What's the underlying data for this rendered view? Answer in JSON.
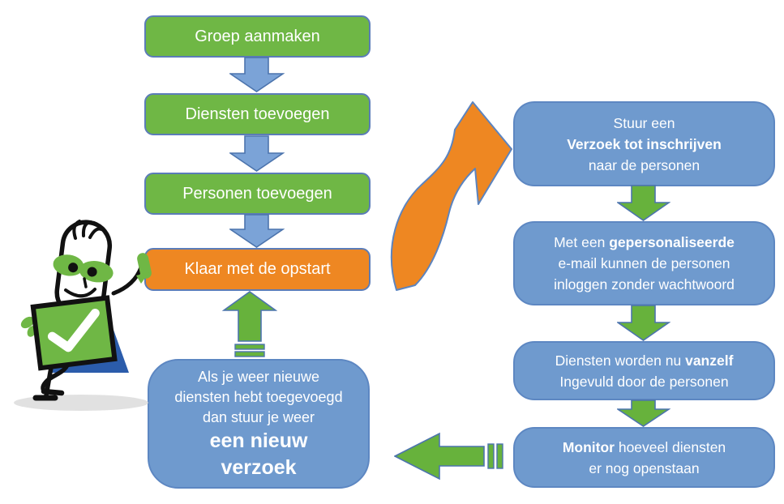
{
  "palette": {
    "green_box": "#6fb745",
    "green_arrow": "#67b23c",
    "orange": "#ee8722",
    "blue_box": "#6f9ace",
    "blue_box_border": "#5d87c2",
    "box_border": "#5b7cb8",
    "blue_arrow": "#7ba3d7",
    "arrow_border": "#4c74ad",
    "cape_blue": "#2b5cab",
    "text_white": "#ffffff",
    "line_black": "#111111",
    "shadow_gray": "#d9d9d9"
  },
  "left_flow": {
    "steps": [
      {
        "label": "Groep aanmaken"
      },
      {
        "label": "Diensten toevoegen"
      },
      {
        "label": "Personen toevoegen"
      },
      {
        "label": "Klaar met de opstart"
      }
    ]
  },
  "right_flow": {
    "steps": [
      {
        "lines": [
          {
            "segments": [
              {
                "text": "Stuur een",
                "bold": false
              }
            ]
          },
          {
            "segments": [
              {
                "text": "Verzoek tot inschrijven",
                "bold": true
              }
            ]
          },
          {
            "segments": [
              {
                "text": "naar de personen",
                "bold": false
              }
            ]
          }
        ]
      },
      {
        "lines": [
          {
            "segments": [
              {
                "text": "Met een ",
                "bold": false
              },
              {
                "text": "gepersonaliseerde",
                "bold": true
              }
            ]
          },
          {
            "segments": [
              {
                "text": "e-mail kunnen de personen",
                "bold": false
              }
            ]
          },
          {
            "segments": [
              {
                "text": "inloggen zonder wachtwoord",
                "bold": false
              }
            ]
          }
        ]
      },
      {
        "lines": [
          {
            "segments": [
              {
                "text": "Diensten worden nu ",
                "bold": false
              },
              {
                "text": "vanzelf",
                "bold": true
              }
            ]
          },
          {
            "segments": [
              {
                "text": "Ingevuld door de personen",
                "bold": false
              }
            ]
          }
        ]
      },
      {
        "lines": [
          {
            "segments": [
              {
                "text": "Monitor",
                "bold": true
              },
              {
                "text": " hoeveel diensten",
                "bold": false
              }
            ]
          },
          {
            "segments": [
              {
                "text": "er nog openstaan",
                "bold": false
              }
            ]
          }
        ]
      }
    ]
  },
  "loop_box": {
    "lines": [
      {
        "segments": [
          {
            "text": "Als je weer nieuwe",
            "bold": false
          }
        ]
      },
      {
        "segments": [
          {
            "text": "diensten hebt toegevoegd",
            "bold": false
          }
        ]
      },
      {
        "segments": [
          {
            "text": "dan stuur je weer",
            "bold": false
          }
        ]
      },
      {
        "segments": [
          {
            "text": "een nieuw",
            "bold": true
          }
        ],
        "big": true
      },
      {
        "segments": [
          {
            "text": "verzoek",
            "bold": true
          }
        ],
        "big": true
      }
    ]
  },
  "icons": {
    "flow-arrow-down": "block arrow pointing down",
    "flow-arrow-up-striped": "block arrow pointing up with dashed tail",
    "flow-arrow-left-striped": "block arrow pointing left with dashed tail",
    "orange-curve-arrow": "S-curved block arrow pointing right",
    "mascot": "cartoon character with green goggles, checkmark shirt and blue cape"
  }
}
